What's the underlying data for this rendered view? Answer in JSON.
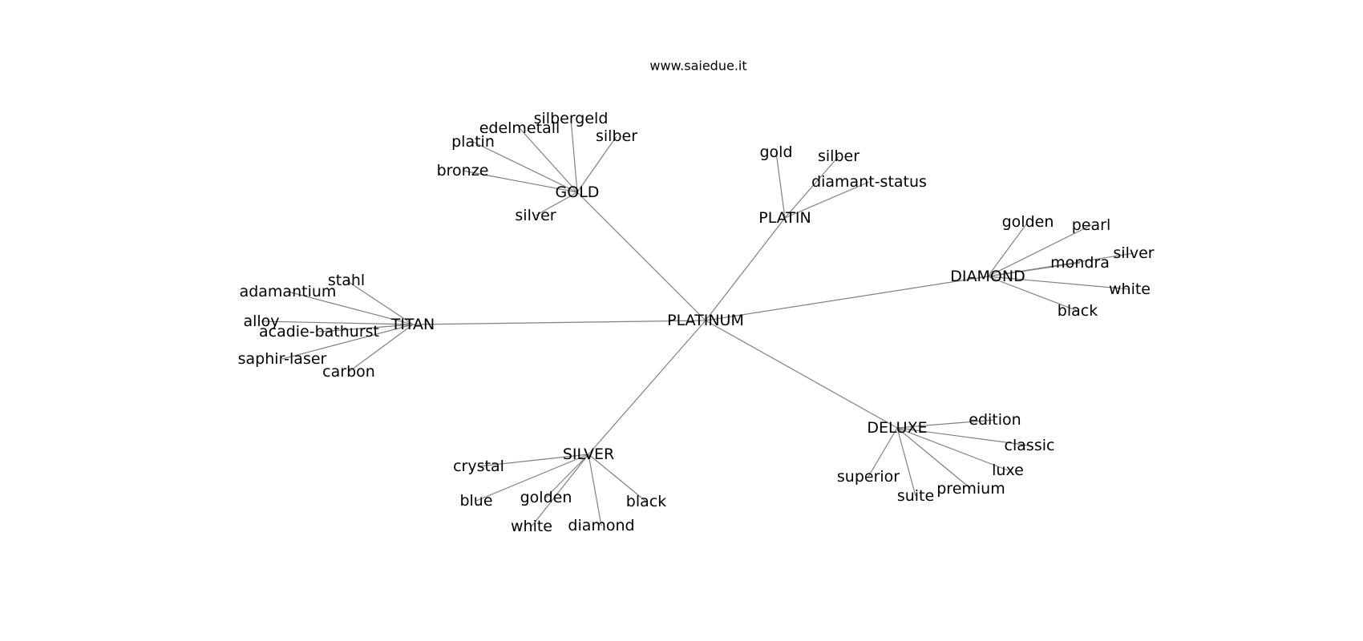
{
  "title": "www.saiedue.it",
  "colors": {
    "edge": "#808080",
    "text": "#000000",
    "background": "#ffffff"
  },
  "root": {
    "id": "platinum",
    "label": "PLATINUM"
  },
  "hubs": [
    {
      "id": "gold",
      "label": "GOLD",
      "leaves": [
        {
          "id": "gold-silbergeld",
          "label": "silbergeld"
        },
        {
          "id": "gold-edelmetall",
          "label": "edelmetall"
        },
        {
          "id": "gold-silber",
          "label": "silber"
        },
        {
          "id": "gold-platin",
          "label": "platin"
        },
        {
          "id": "gold-bronze",
          "label": "bronze"
        },
        {
          "id": "gold-silver",
          "label": "silver"
        }
      ]
    },
    {
      "id": "platin",
      "label": "PLATIN",
      "leaves": [
        {
          "id": "platin-gold",
          "label": "gold"
        },
        {
          "id": "platin-silber",
          "label": "silber"
        },
        {
          "id": "platin-diamant-status",
          "label": "diamant-status"
        }
      ]
    },
    {
      "id": "diamond",
      "label": "DIAMOND",
      "leaves": [
        {
          "id": "diamond-golden",
          "label": "golden"
        },
        {
          "id": "diamond-pearl",
          "label": "pearl"
        },
        {
          "id": "diamond-silver",
          "label": "silver"
        },
        {
          "id": "diamond-mondra",
          "label": "mondra"
        },
        {
          "id": "diamond-white",
          "label": "white"
        },
        {
          "id": "diamond-black",
          "label": "black"
        }
      ]
    },
    {
      "id": "titan",
      "label": "TITAN",
      "leaves": [
        {
          "id": "titan-stahl",
          "label": "stahl"
        },
        {
          "id": "titan-adamantium",
          "label": "adamantium"
        },
        {
          "id": "titan-alloy",
          "label": "alloy"
        },
        {
          "id": "titan-acadie-bathurst",
          "label": "acadie-bathurst"
        },
        {
          "id": "titan-saphir-laser",
          "label": "saphir-laser"
        },
        {
          "id": "titan-carbon",
          "label": "carbon"
        }
      ]
    },
    {
      "id": "deluxe",
      "label": "DELUXE",
      "leaves": [
        {
          "id": "deluxe-edition",
          "label": "edition"
        },
        {
          "id": "deluxe-classic",
          "label": "classic"
        },
        {
          "id": "deluxe-luxe",
          "label": "luxe"
        },
        {
          "id": "deluxe-superior",
          "label": "superior"
        },
        {
          "id": "deluxe-premium",
          "label": "premium"
        },
        {
          "id": "deluxe-suite",
          "label": "suite"
        }
      ]
    },
    {
      "id": "silver",
      "label": "SILVER",
      "leaves": [
        {
          "id": "silver-crystal",
          "label": "crystal"
        },
        {
          "id": "silver-blue",
          "label": "blue"
        },
        {
          "id": "silver-golden",
          "label": "golden"
        },
        {
          "id": "silver-black",
          "label": "black"
        },
        {
          "id": "silver-white",
          "label": "white"
        },
        {
          "id": "silver-diamond",
          "label": "diamond"
        }
      ]
    }
  ]
}
